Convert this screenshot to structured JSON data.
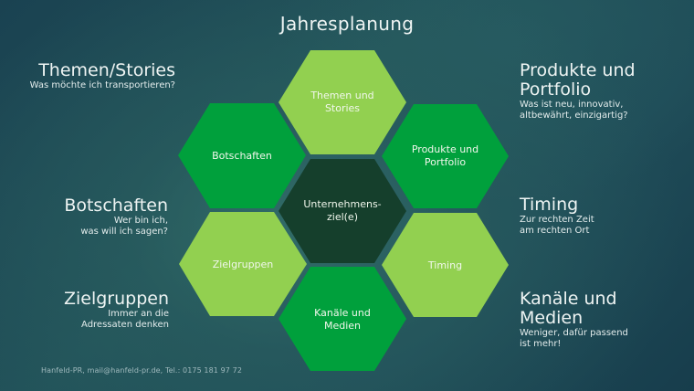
{
  "title": "Jahresplanung",
  "colors": {
    "background": "#1f4c58",
    "light_green": "#92d050",
    "mid_green": "#00a03c",
    "dark_green": "#153f2c",
    "text": "#eef4f3"
  },
  "hexagons": [
    {
      "id": "center",
      "label": "Unternehmens-\nziel(e)",
      "color": "dark"
    },
    {
      "id": "top",
      "label": "Themen und\nStories",
      "color": "light"
    },
    {
      "id": "upper-left",
      "label": "Botschaften",
      "color": "mid"
    },
    {
      "id": "upper-right",
      "label": "Produkte und\nPortfolio",
      "color": "mid"
    },
    {
      "id": "lower-left",
      "label": "Zielgruppen",
      "color": "light"
    },
    {
      "id": "lower-right",
      "label": "Timing",
      "color": "light"
    },
    {
      "id": "bottom",
      "label": "Kanäle und\nMedien",
      "color": "mid"
    }
  ],
  "left_notes": [
    {
      "heading": "Themen/Stories",
      "text": "Was möchte ich transportieren?"
    },
    {
      "heading": "Botschaften",
      "text": "Wer bin ich,\nwas will ich sagen?"
    },
    {
      "heading": "Zielgruppen",
      "text": "Immer an die\nAdressaten denken"
    }
  ],
  "right_notes": [
    {
      "heading": "Produkte und\nPortfolio",
      "text": "Was ist neu, innovativ,\naltbewährt, einzigartig?"
    },
    {
      "heading": "Timing",
      "text": "Zur rechten Zeit\nam rechten Ort"
    },
    {
      "heading": "Kanäle und\nMedien",
      "text": "Weniger, dafür passend\nist mehr!"
    }
  ],
  "footer": "Hanfeld-PR, mail@hanfeld-pr.de, Tel.: 0175 181 97 72"
}
